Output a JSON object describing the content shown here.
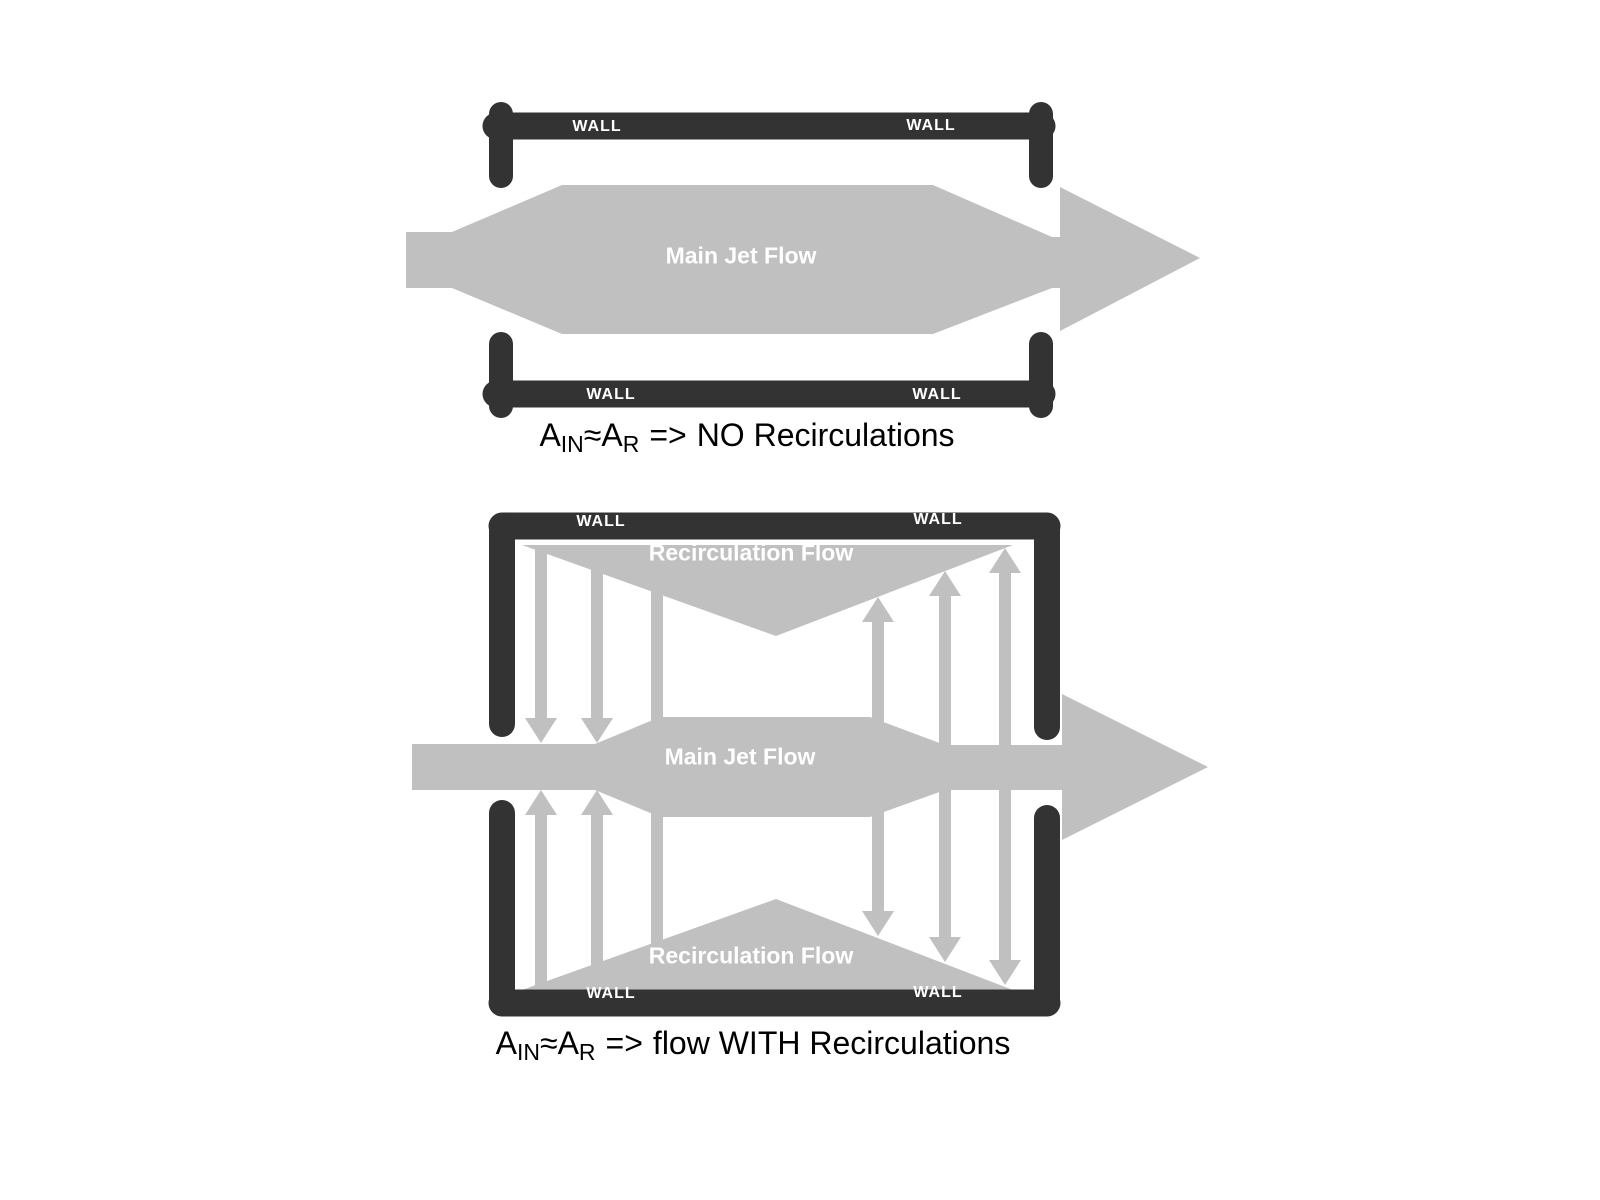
{
  "colors": {
    "background": "#ffffff",
    "wall": "#333333",
    "flow_gray": "#c0c0c0",
    "flow_label_text": "#ffffff",
    "wall_label_text": "#ffffff",
    "caption_text": "#000000"
  },
  "figure1": {
    "wall_labels": {
      "top_left": "WALL",
      "top_right": "WALL",
      "bottom_left": "WALL",
      "bottom_right": "WALL"
    },
    "jet_label": "Main Jet Flow",
    "caption": {
      "term1_base": "A",
      "term1_sub": "IN",
      "relation": "≈",
      "term2_base": "A",
      "term2_sub": "R",
      "arrow": "=>",
      "conclusion": "NO Recirculations"
    }
  },
  "figure2": {
    "wall_labels": {
      "top_left": "WALL",
      "top_right": "WALL",
      "bottom_left": "WALL",
      "bottom_right": "WALL"
    },
    "jet_label": "Main Jet Flow",
    "recirculation_label_top": "Recirculation Flow",
    "recirculation_label_bottom": "Recirculation Flow",
    "caption": {
      "term1_base": "A",
      "term1_sub": "IN",
      "relation": "≈",
      "term2_base": "A",
      "term2_sub": "R",
      "arrow": "=>",
      "conclusion": "flow WITH Recirculations"
    }
  }
}
